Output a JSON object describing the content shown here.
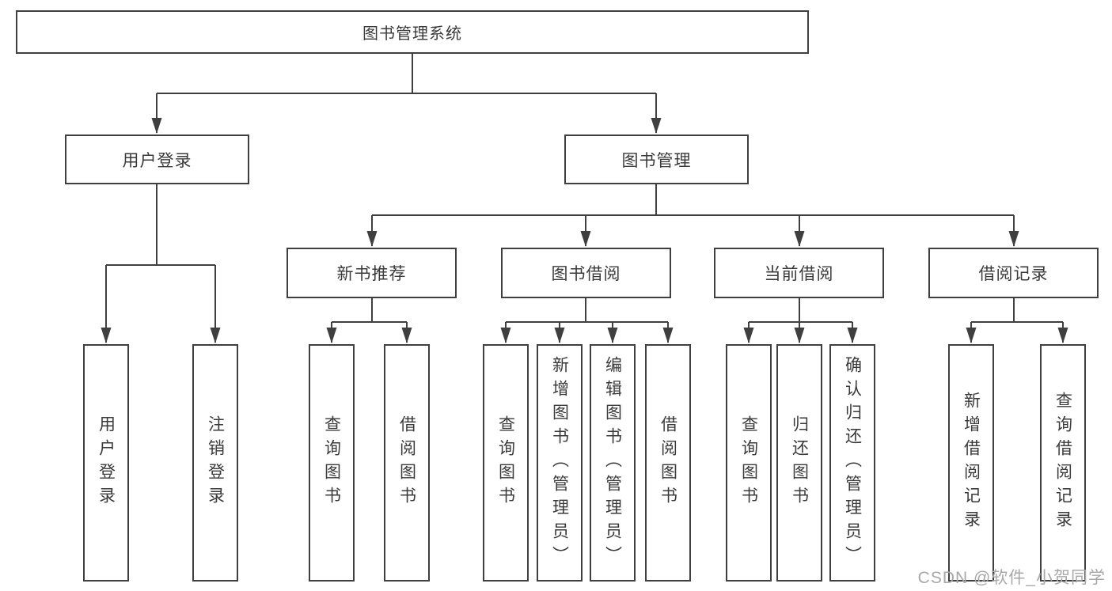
{
  "diagram": {
    "title": "图书管理系统",
    "level2": [
      "用户登录",
      "图书管理"
    ],
    "level3": [
      "新书推荐",
      "图书借阅",
      "当前借阅",
      "借阅记录"
    ],
    "leaves": [
      "用户登录",
      "注销登录",
      "查询图书",
      "借阅图书",
      "查询图书",
      "新增图书（管理员）",
      "编辑图书（管理员）",
      "借阅图书",
      "查询图书",
      "归还图书",
      "确认归还（管理员）",
      "新增借阅记录",
      "查询借阅记录"
    ]
  },
  "watermark": "CSDN @软件_小贺同学",
  "colors": {
    "line": "#3f3f3f",
    "text": "#3a3a3a",
    "watermark": "#a8a8a8",
    "background": "#ffffff"
  }
}
